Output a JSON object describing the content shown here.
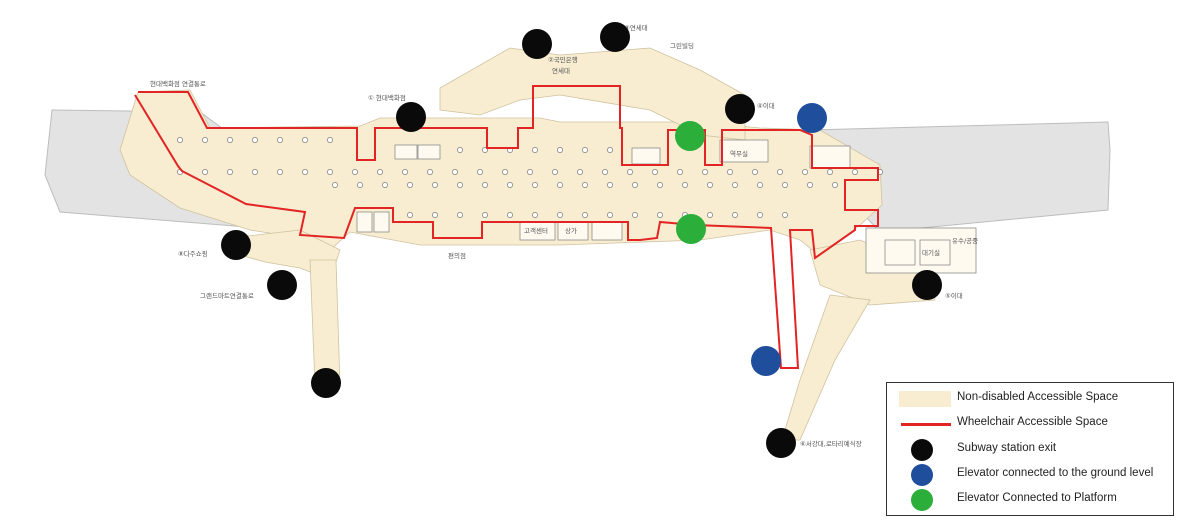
{
  "colors": {
    "accessible_fill": "#f8edd0",
    "wheelchair_line": "#e32424",
    "exit_dot": "#0a0a0a",
    "ground_elevator_dot": "#1f4e9c",
    "platform_elevator_dot": "#2cae3a",
    "track_gray": "#e3e3e3"
  },
  "map_labels": {
    "hyundai_dept_link": "현대백화점 연결통로",
    "hyundai_dept": "① 현대백화점",
    "kookmin_bank": "②국민은행",
    "yonsei": "연세대",
    "yonsei_top": "③연세대",
    "green_building": "그린빌딩",
    "ewha": "④이대",
    "dajoo_shopping": "⑧다주쇼핑",
    "grand_mart": "그랜드마트연결통로",
    "seodaemun": "⑥서강대,로타리예식장",
    "ewha_exit5": "⑤이대",
    "shop": "상가",
    "public_toilet": "유수/공중",
    "waiting": "대기실",
    "station_office": "역무실",
    "customer_center": "고객센터",
    "convenience": "편의점"
  },
  "legend": {
    "items": [
      {
        "label": "Non-disabled Accessible Space",
        "kind": "fill"
      },
      {
        "label": "Wheelchair Accessible Space",
        "kind": "line"
      },
      {
        "label": "Subway station exit",
        "kind": "exit"
      },
      {
        "label": "Elevator connected to the ground level",
        "kind": "ground_elevator"
      },
      {
        "label": "Elevator Connected to Platform",
        "kind": "platform_elevator"
      }
    ]
  }
}
